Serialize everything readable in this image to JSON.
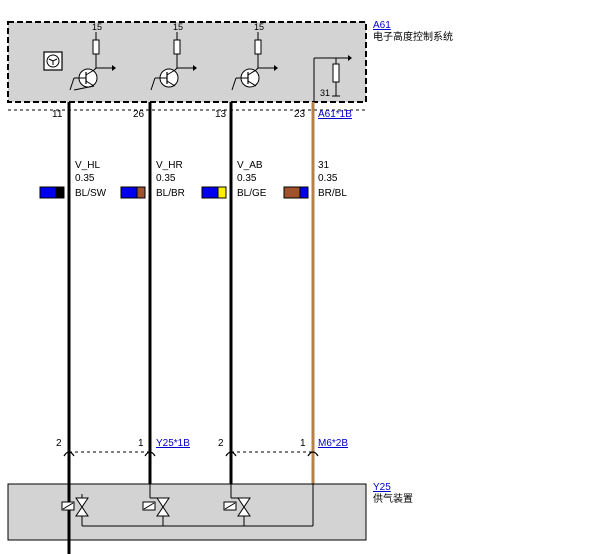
{
  "module_top": {
    "link": "A61",
    "description": "电子高度控制系统",
    "connector_link": "A61*1B",
    "supply_labels": [
      "15",
      "15",
      "15"
    ],
    "ground_label": "31"
  },
  "module_bottom": {
    "link": "Y25",
    "description": "供气装置"
  },
  "wires": [
    {
      "pin_top": "11",
      "signal": "V_HL",
      "gauge": "0.35",
      "color_code": "BL/SW",
      "pin_bottom": "2",
      "color1": "#0000ee",
      "color2": "#000000",
      "wire_color": "#000000"
    },
    {
      "pin_top": "26",
      "signal": "V_HR",
      "gauge": "0.35",
      "color_code": "BL/BR",
      "pin_bottom": "1",
      "color1": "#0000ee",
      "color2": "#a0522d",
      "wire_color": "#000000"
    },
    {
      "pin_top": "13",
      "signal": "V_AB",
      "gauge": "0.35",
      "color_code": "BL/GE",
      "pin_bottom": "2",
      "color1": "#0000ee",
      "color2": "#ffee00",
      "wire_color": "#000000"
    },
    {
      "pin_top": "23",
      "signal": "31",
      "gauge": "0.35",
      "color_code": "BR/BL",
      "pin_bottom": "1",
      "color1": "#a0522d",
      "color2": "#0000ee",
      "wire_color": "#b5804a"
    }
  ],
  "connectors_bottom": [
    {
      "link": "Y25*1B"
    },
    {
      "link": "M6*2B"
    }
  ]
}
